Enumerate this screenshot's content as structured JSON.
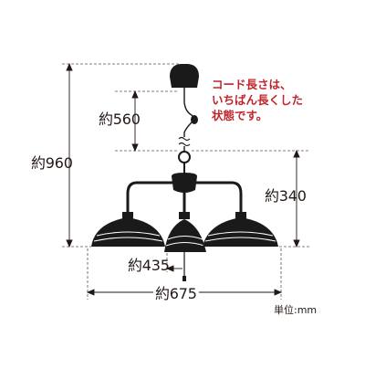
{
  "dimensions": {
    "cord_length": "約560",
    "total_height": "約960",
    "body_height": "約340",
    "shade_diameter": "約435",
    "overall_width": "約675"
  },
  "note": {
    "lines": [
      "コード長さは、",
      "いちばん長くした",
      "状態です。"
    ],
    "color": "#c0272d"
  },
  "unit_label": "単位:mm",
  "colors": {
    "line": "#231815",
    "fixture": "#1a1a1a",
    "dashed": "#555555"
  }
}
